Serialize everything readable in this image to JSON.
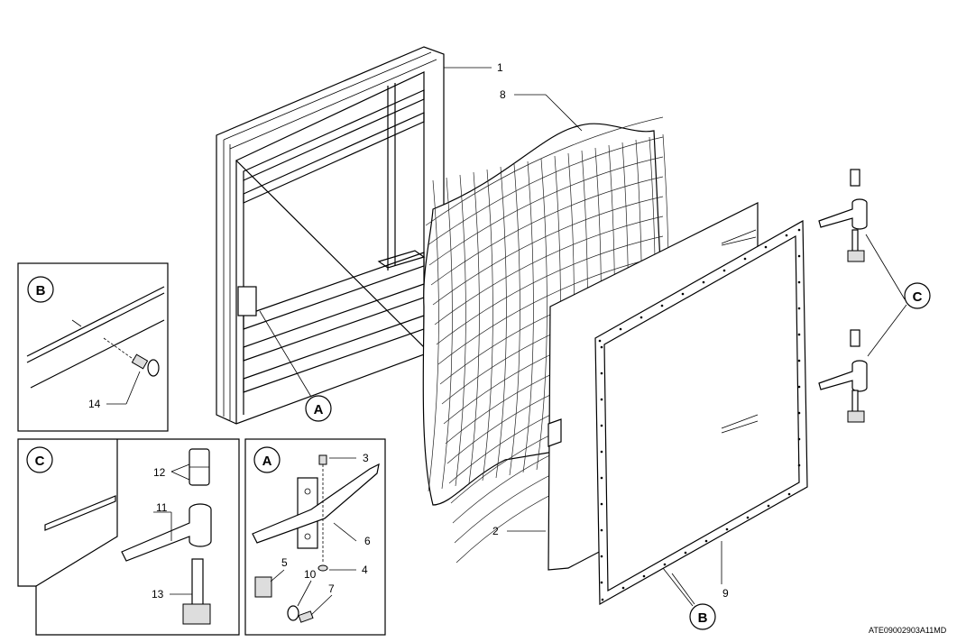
{
  "callouts": {
    "item_1": "1",
    "item_2": "2",
    "item_3": "3",
    "item_4": "4",
    "item_5": "5",
    "item_6": "6",
    "item_7": "7",
    "item_8": "8",
    "item_9": "9",
    "item_10": "10",
    "item_11": "11",
    "item_12": "12",
    "item_13": "13",
    "item_14": "14"
  },
  "detail_labels": {
    "a": "A",
    "b": "B",
    "c": "C"
  },
  "figure_code": "ATE09002903A11MD"
}
